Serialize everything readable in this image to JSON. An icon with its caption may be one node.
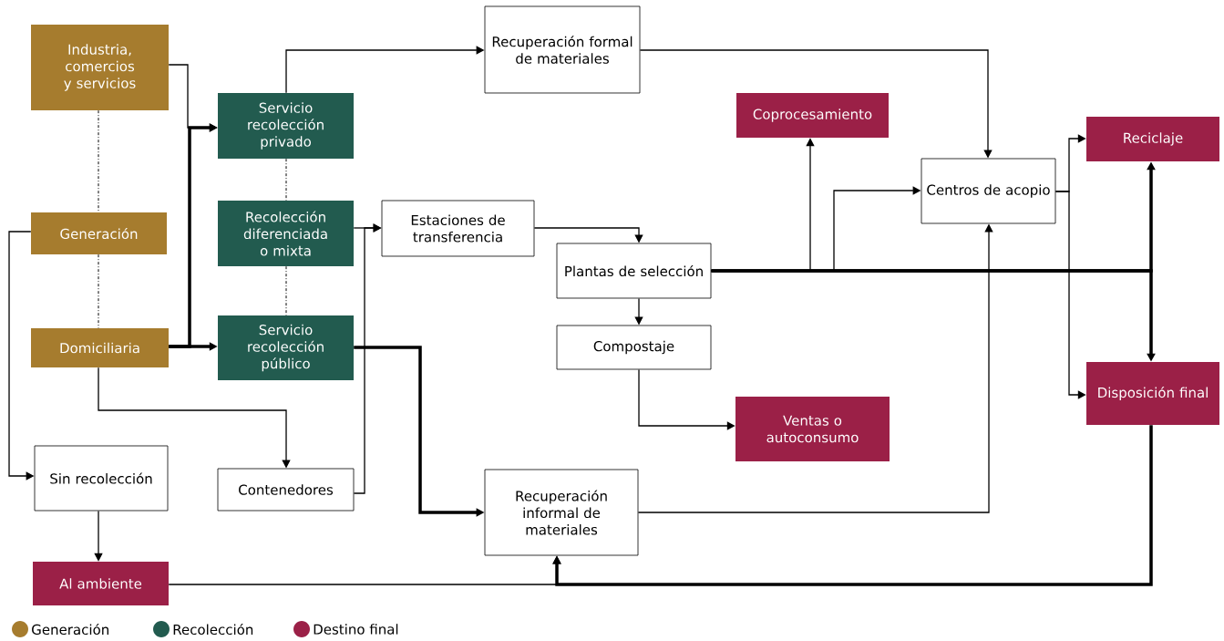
{
  "diagram": {
    "nodes": [
      {
        "text": [
          "Industria, comercios y servicios"
        ]
      },
      {
        "text": [
          "Generación"
        ]
      },
      {
        "text": [
          "Domiciliaria"
        ]
      },
      {
        "text": [
          "Servicio recolección privado"
        ]
      },
      {
        "text": [
          "Recolección diferenciada o mixta"
        ]
      },
      {
        "text": [
          "Servicio recolección público"
        ]
      },
      {
        "text": [
          "Recuperación formal de materiales"
        ]
      },
      {
        "text": [
          "Coprocesamiento"
        ]
      },
      {
        "text": [
          "Centros de acopio"
        ]
      },
      {
        "text": [
          "Reciclaje"
        ]
      },
      {
        "text": [
          "Estaciones de transferencia"
        ]
      },
      {
        "text": [
          "Plantas de selección"
        ]
      },
      {
        "text": [
          "Compostaje"
        ]
      },
      {
        "text": [
          "Ventas o autoconsumo"
        ]
      },
      {
        "text": [
          "Disposición final"
        ]
      },
      {
        "text": [
          "Sin recolección"
        ]
      },
      {
        "text": [
          "Contenedores"
        ]
      },
      {
        "text": [
          "Recuperación informal de materiales"
        ]
      },
      {
        "text": [
          "Al ambiente"
        ]
      }
    ],
    "edges": [
      {
        "from": 0,
        "to": 3,
        "arrow": "to"
      },
      {
        "from": 2,
        "to": 3,
        "arrow": "to",
        "style": "thick"
      },
      {
        "from": 2,
        "to": 5,
        "arrow": "to",
        "style": "thick"
      },
      {
        "from": 1,
        "to": 15,
        "arrow": "to"
      },
      {
        "from": 2,
        "to": 16,
        "arrow": "to"
      },
      {
        "from": 3,
        "to": 6,
        "arrow": "to"
      },
      {
        "from": 4,
        "to": 10,
        "arrow": "to"
      },
      {
        "from": 16,
        "to": 10,
        "arrow": "to"
      },
      {
        "from": 5,
        "to": 17,
        "arrow": "to",
        "style": "thick"
      },
      {
        "from": 10,
        "to": 11,
        "arrow": "to"
      },
      {
        "from": 6,
        "to": 8,
        "arrow": "to"
      },
      {
        "from": 11,
        "to": 12,
        "arrow": "to"
      },
      {
        "from": 12,
        "to": 13,
        "arrow": "to"
      },
      {
        "from": 11,
        "to": 9,
        "arrow": "to",
        "style": "thick"
      },
      {
        "from": 11,
        "to": 14,
        "arrow": "to",
        "style": "thick"
      },
      {
        "from": 11,
        "to": 7,
        "arrow": "to"
      },
      {
        "from": 11,
        "to": 8,
        "arrow": "to"
      },
      {
        "from": 17,
        "to": 8,
        "arrow": "to"
      },
      {
        "from": 8,
        "to": 9,
        "arrow": "to"
      },
      {
        "from": 8,
        "to": 14,
        "arrow": "to"
      },
      {
        "from": 14,
        "to": 17,
        "arrow": "to",
        "style": "thick"
      },
      {
        "from": 18,
        "to": 17,
        "arrow": "to"
      },
      {
        "from": 15,
        "to": 18,
        "arrow": "to"
      },
      {
        "from": 0,
        "to": 1,
        "arrow": "none",
        "style": "dashed"
      },
      {
        "from": 1,
        "to": 2,
        "arrow": "none",
        "style": "dashed"
      },
      {
        "from": 3,
        "to": 4,
        "arrow": "none",
        "style": "dashed"
      },
      {
        "from": 4,
        "to": 5,
        "arrow": "none",
        "style": "dashed"
      }
    ],
    "legend": [
      {
        "text": "Generación",
        "color": "#a67c2e"
      },
      {
        "text": "Recolección",
        "color": "#225b4f"
      },
      {
        "text": "Destino final",
        "color": "#9b2047"
      }
    ]
  }
}
